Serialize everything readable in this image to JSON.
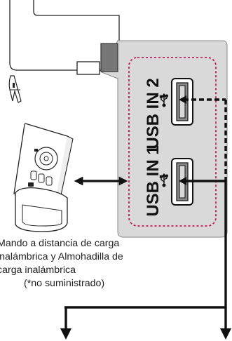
{
  "ports": {
    "usb2_label": "USB IN 2",
    "usb1_label": "USB IN 1",
    "usb_symbol": "usb-trident-icon"
  },
  "caption": {
    "line1": "Mando a distancia de carga",
    "line2": "inalámbrica y Almohadilla de",
    "line3": "carga inalámbrica",
    "line4": "(*no suministrado)"
  },
  "colors": {
    "panel_fill": "#d9d9d9",
    "dashed_outline": "#c8185a",
    "ink": "#111111"
  }
}
